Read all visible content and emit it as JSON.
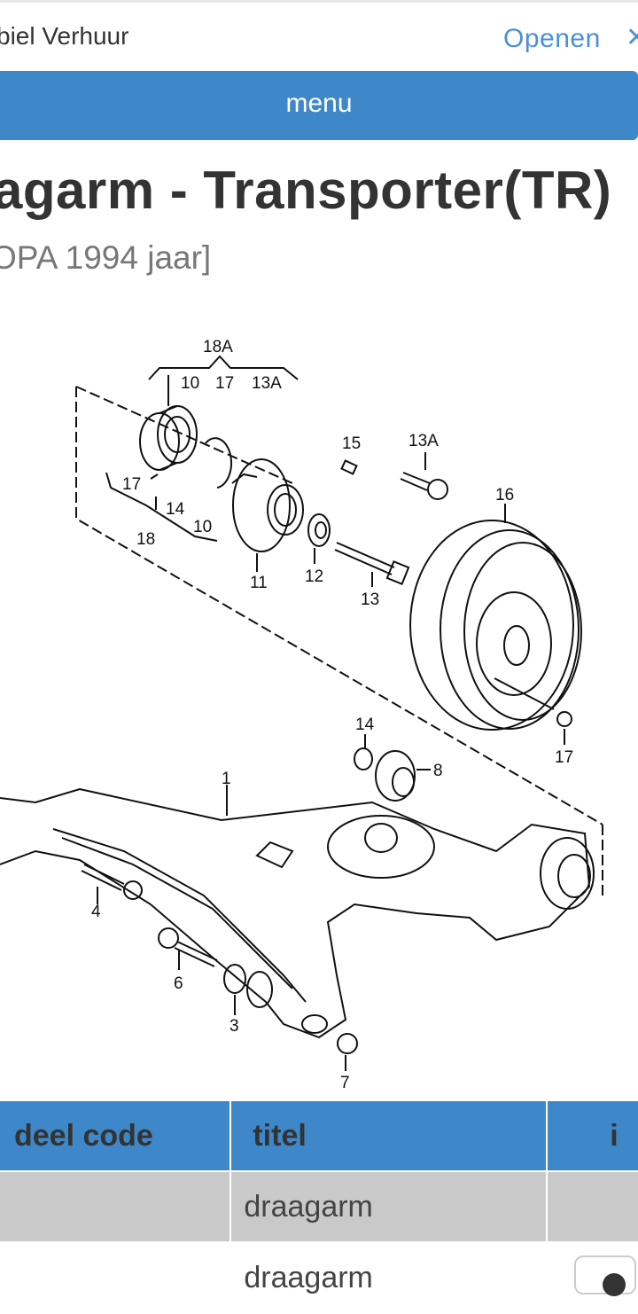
{
  "ad": {
    "title": "biel Verhuur",
    "open_label": "Openen",
    "close_symbol": "✕"
  },
  "menu": {
    "label": "menu"
  },
  "page": {
    "title": "agarm - Transporter(TR)",
    "subtitle": "OPA 1994 jaar]"
  },
  "diagram": {
    "labels": [
      "18A",
      "10",
      "17",
      "13A",
      "15",
      "13A",
      "16",
      "17",
      "14",
      "10",
      "18",
      "11",
      "12",
      "13",
      "14",
      "8",
      "17",
      "1",
      "4",
      "6",
      "3",
      "7"
    ]
  },
  "table": {
    "headers": [
      "deel code",
      "titel",
      "i"
    ],
    "rows": [
      {
        "code": "",
        "title": "draagarm",
        "info": ""
      },
      {
        "code": "",
        "title": "draagarm",
        "info": ""
      }
    ]
  },
  "colors": {
    "accent": "#3e88c9",
    "link": "#4a90d9",
    "row_gray": "#c9c9c9"
  }
}
